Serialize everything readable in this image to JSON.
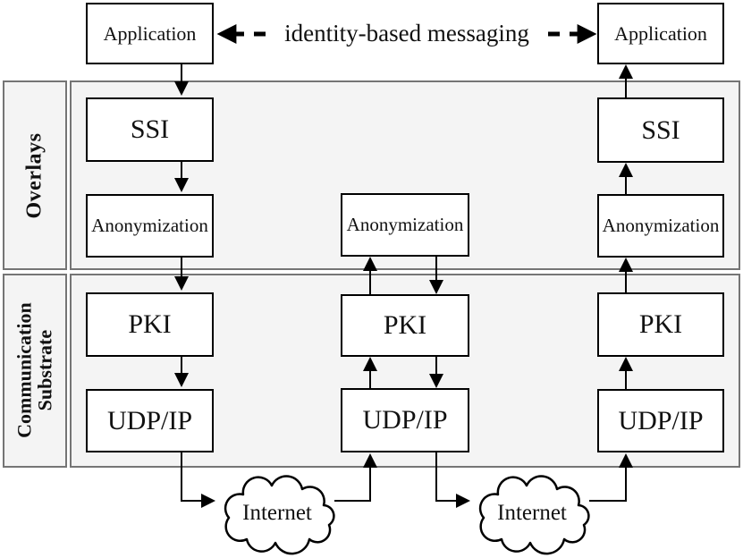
{
  "bands": [
    {
      "label": "Overlays"
    },
    {
      "label": "Communication Substrate"
    }
  ],
  "nodes": {
    "app_left": "Application",
    "app_right": "Application",
    "left_ssi": "SSI",
    "left_anon": "Anonymization",
    "left_pki": "PKI",
    "left_udp": "UDP/IP",
    "mid_anon": "Anonymization",
    "mid_pki": "PKI",
    "mid_udp": "UDP/IP",
    "right_ssi": "SSI",
    "right_anon": "Anonymization",
    "right_pki": "PKI",
    "right_udp": "UDP/IP"
  },
  "labels": {
    "messaging": "identity-based messaging"
  },
  "clouds": [
    {
      "label": "Internet"
    },
    {
      "label": "Internet"
    }
  ],
  "colors": {
    "band_fill": "#f4f4f4",
    "band_border": "#757575",
    "box_border": "#000000",
    "box_fill": "#ffffff",
    "line": "#000000"
  }
}
